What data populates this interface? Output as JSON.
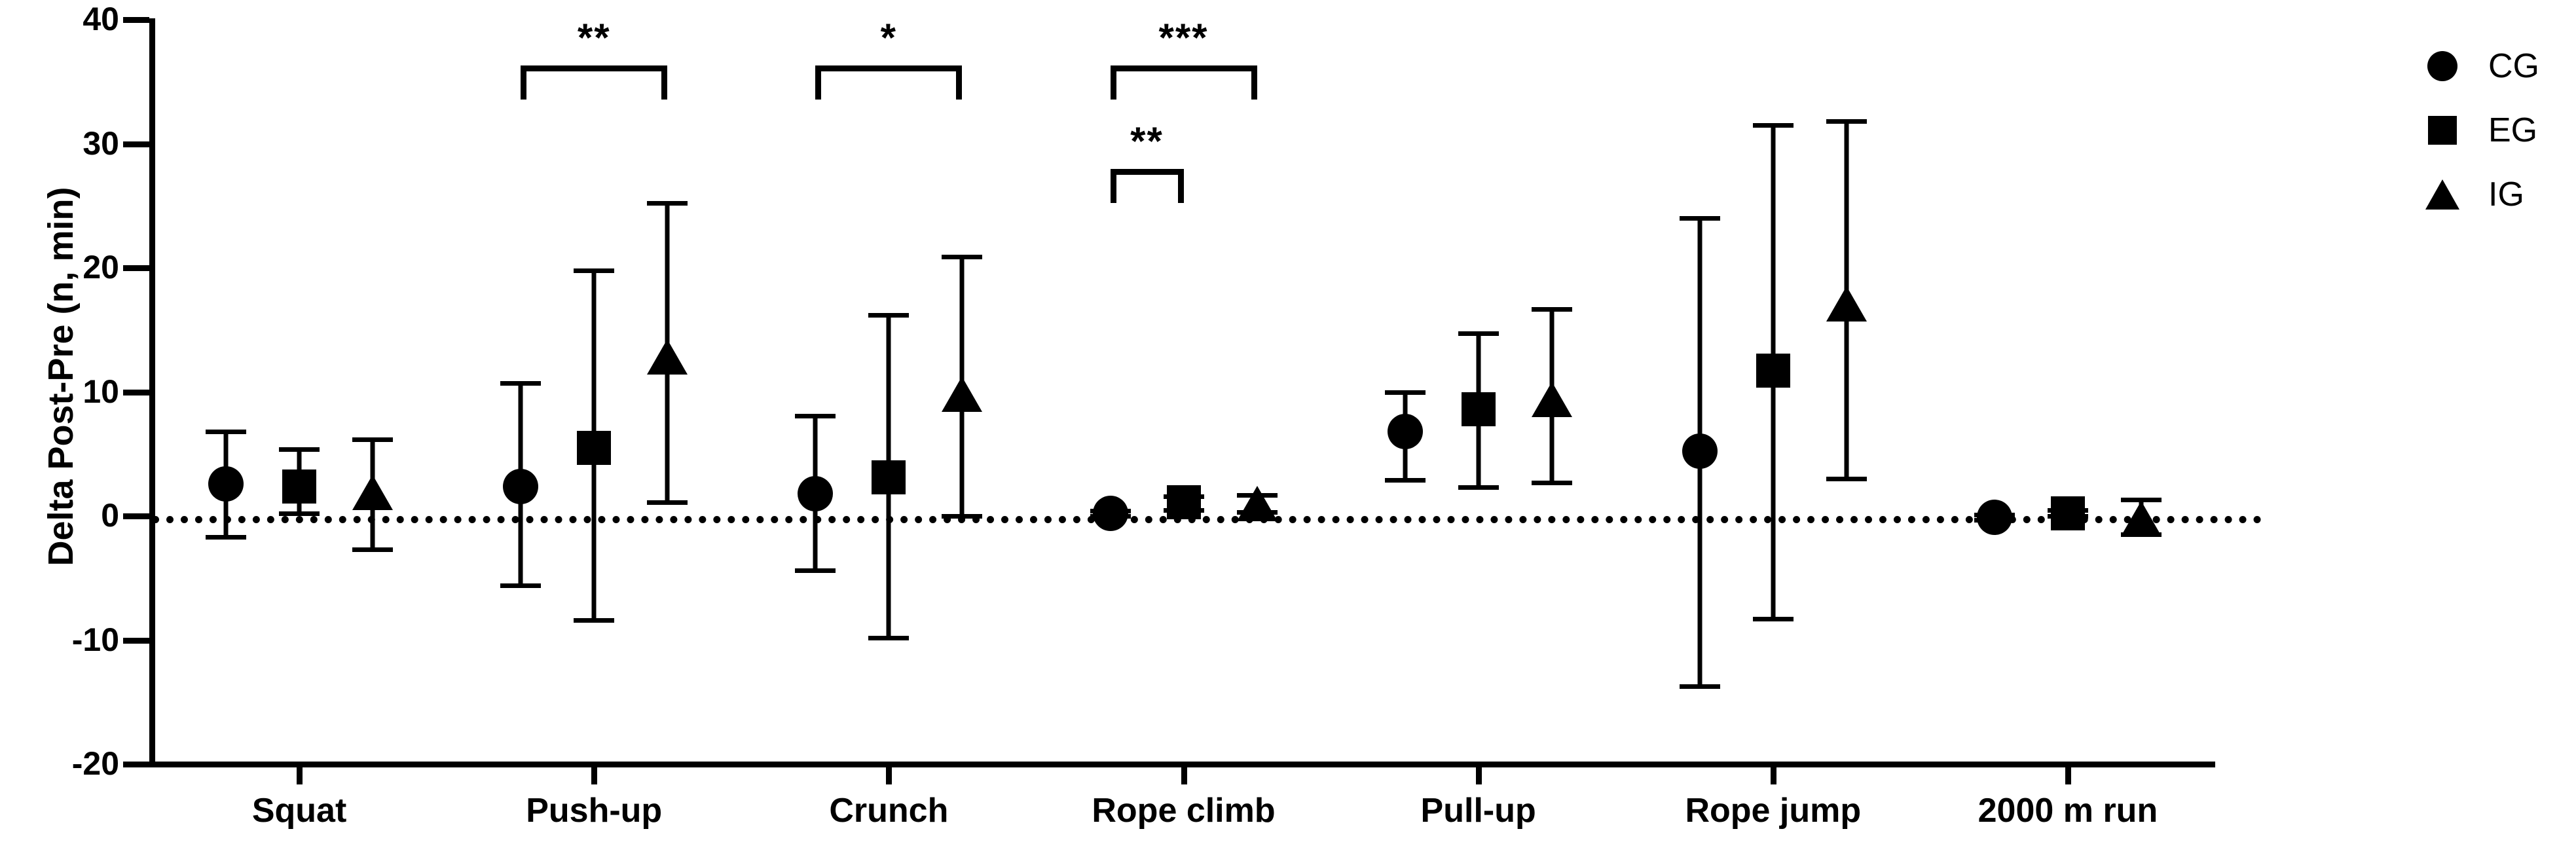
{
  "chart_data": {
    "type": "scatter",
    "title": "",
    "xlabel": "",
    "ylabel": "Delta Post-Pre (n, min)",
    "ylim": [
      -20,
      40
    ],
    "yticks": [
      40,
      30,
      20,
      10,
      0,
      -10,
      -20
    ],
    "ytick_labels": [
      "40",
      "30",
      "20",
      "10",
      "0",
      "-10",
      "-20"
    ],
    "grid": false,
    "legend_position": "right",
    "zero_reference_line": 0,
    "error_bar_type": "mean with error bars",
    "categories": [
      "Squat",
      "Push-up",
      "Crunch",
      "Rope climb",
      "Pull-up",
      "Rope jump",
      "2000 m run"
    ],
    "series": [
      {
        "name": "CG",
        "marker": "circle",
        "values": [
          2.6,
          2.4,
          1.8,
          0.2,
          6.8,
          5.2,
          -0.1
        ],
        "err_low": [
          -1.7,
          -5.6,
          -4.4,
          0.0,
          2.9,
          -13.7,
          -0.3
        ],
        "err_high": [
          6.8,
          10.7,
          8.1,
          0.4,
          10.0,
          24.0,
          0.1
        ]
      },
      {
        "name": "EG",
        "marker": "square",
        "values": [
          2.4,
          5.5,
          3.1,
          1.1,
          8.6,
          11.7,
          0.2
        ],
        "err_low": [
          0.2,
          -8.4,
          -9.8,
          0.5,
          2.3,
          -8.3,
          0.0
        ],
        "err_high": [
          5.4,
          19.8,
          16.2,
          1.6,
          14.7,
          31.5,
          0.5
        ]
      },
      {
        "name": "IG",
        "marker": "triangle",
        "values": [
          1.9,
          12.8,
          9.8,
          1.0,
          9.4,
          17.1,
          -0.2
        ],
        "err_low": [
          -2.7,
          1.1,
          0.0,
          0.3,
          2.7,
          3.0,
          -1.5
        ],
        "err_high": [
          6.2,
          25.2,
          20.9,
          1.7,
          16.7,
          31.8,
          1.3
        ]
      }
    ],
    "annotations": [
      {
        "category": "Push-up",
        "label": "**",
        "from_series": "CG",
        "to_series": "IG",
        "level": 1
      },
      {
        "category": "Crunch",
        "label": "*",
        "from_series": "CG",
        "to_series": "IG",
        "level": 1
      },
      {
        "category": "Rope climb",
        "label": "***",
        "from_series": "CG",
        "to_series": "IG",
        "level": 1
      },
      {
        "category": "Rope climb",
        "label": "**",
        "from_series": "CG",
        "to_series": "EG",
        "level": 2
      }
    ]
  },
  "legend": {
    "items": [
      {
        "label": "CG",
        "marker": "circle"
      },
      {
        "label": "EG",
        "marker": "square"
      },
      {
        "label": "IG",
        "marker": "triangle"
      }
    ]
  }
}
